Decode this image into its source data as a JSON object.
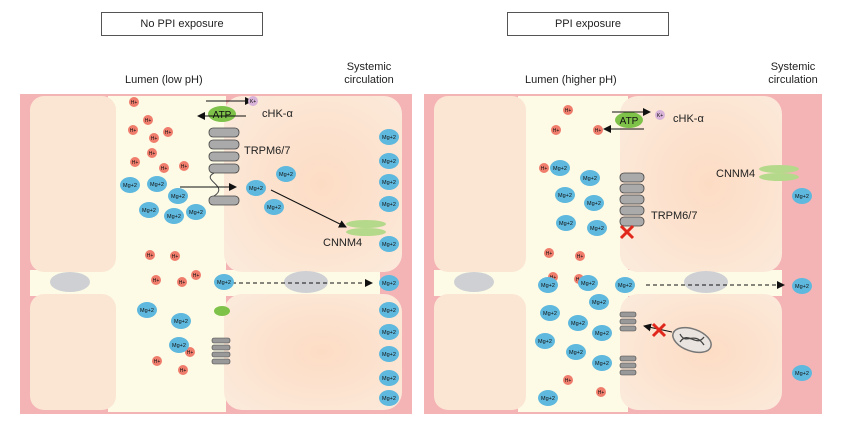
{
  "left_panel": {
    "title": "No PPI exposure",
    "lumen_label": "Lumen (low pH)",
    "systemic_label_1": "Systemic",
    "systemic_label_2": "circulation",
    "atp_label": "ATP",
    "chk_label": "cHK-α",
    "trpm_label": "TRPM6/7",
    "cnnm_label": "CNNM4"
  },
  "right_panel": {
    "title": "PPI exposure",
    "lumen_label": "Lumen (higher pH)",
    "systemic_label_1": "Systemic",
    "systemic_label_2": "circulation",
    "atp_label": "ATP",
    "chk_label": "cHK-α",
    "trpm_label": "TRPM6/7",
    "cnnm_label": "CNNM4"
  },
  "ions": {
    "h_label": "H",
    "h_charge": "+",
    "k_label": "K",
    "k_charge": "+",
    "mg_label": "Mg",
    "mg_charge": "+2"
  },
  "colors": {
    "cell": "#fde2cc",
    "lumen": "#fdfbe6",
    "blood": "#f4b4b6",
    "mg_ion": "#5fb8de",
    "h_ion": "#f07c6c",
    "atp": "#7fc24a",
    "cnnm": "#b5d98b",
    "junction": "#cfd0d4",
    "block_x": "#e1261c"
  }
}
